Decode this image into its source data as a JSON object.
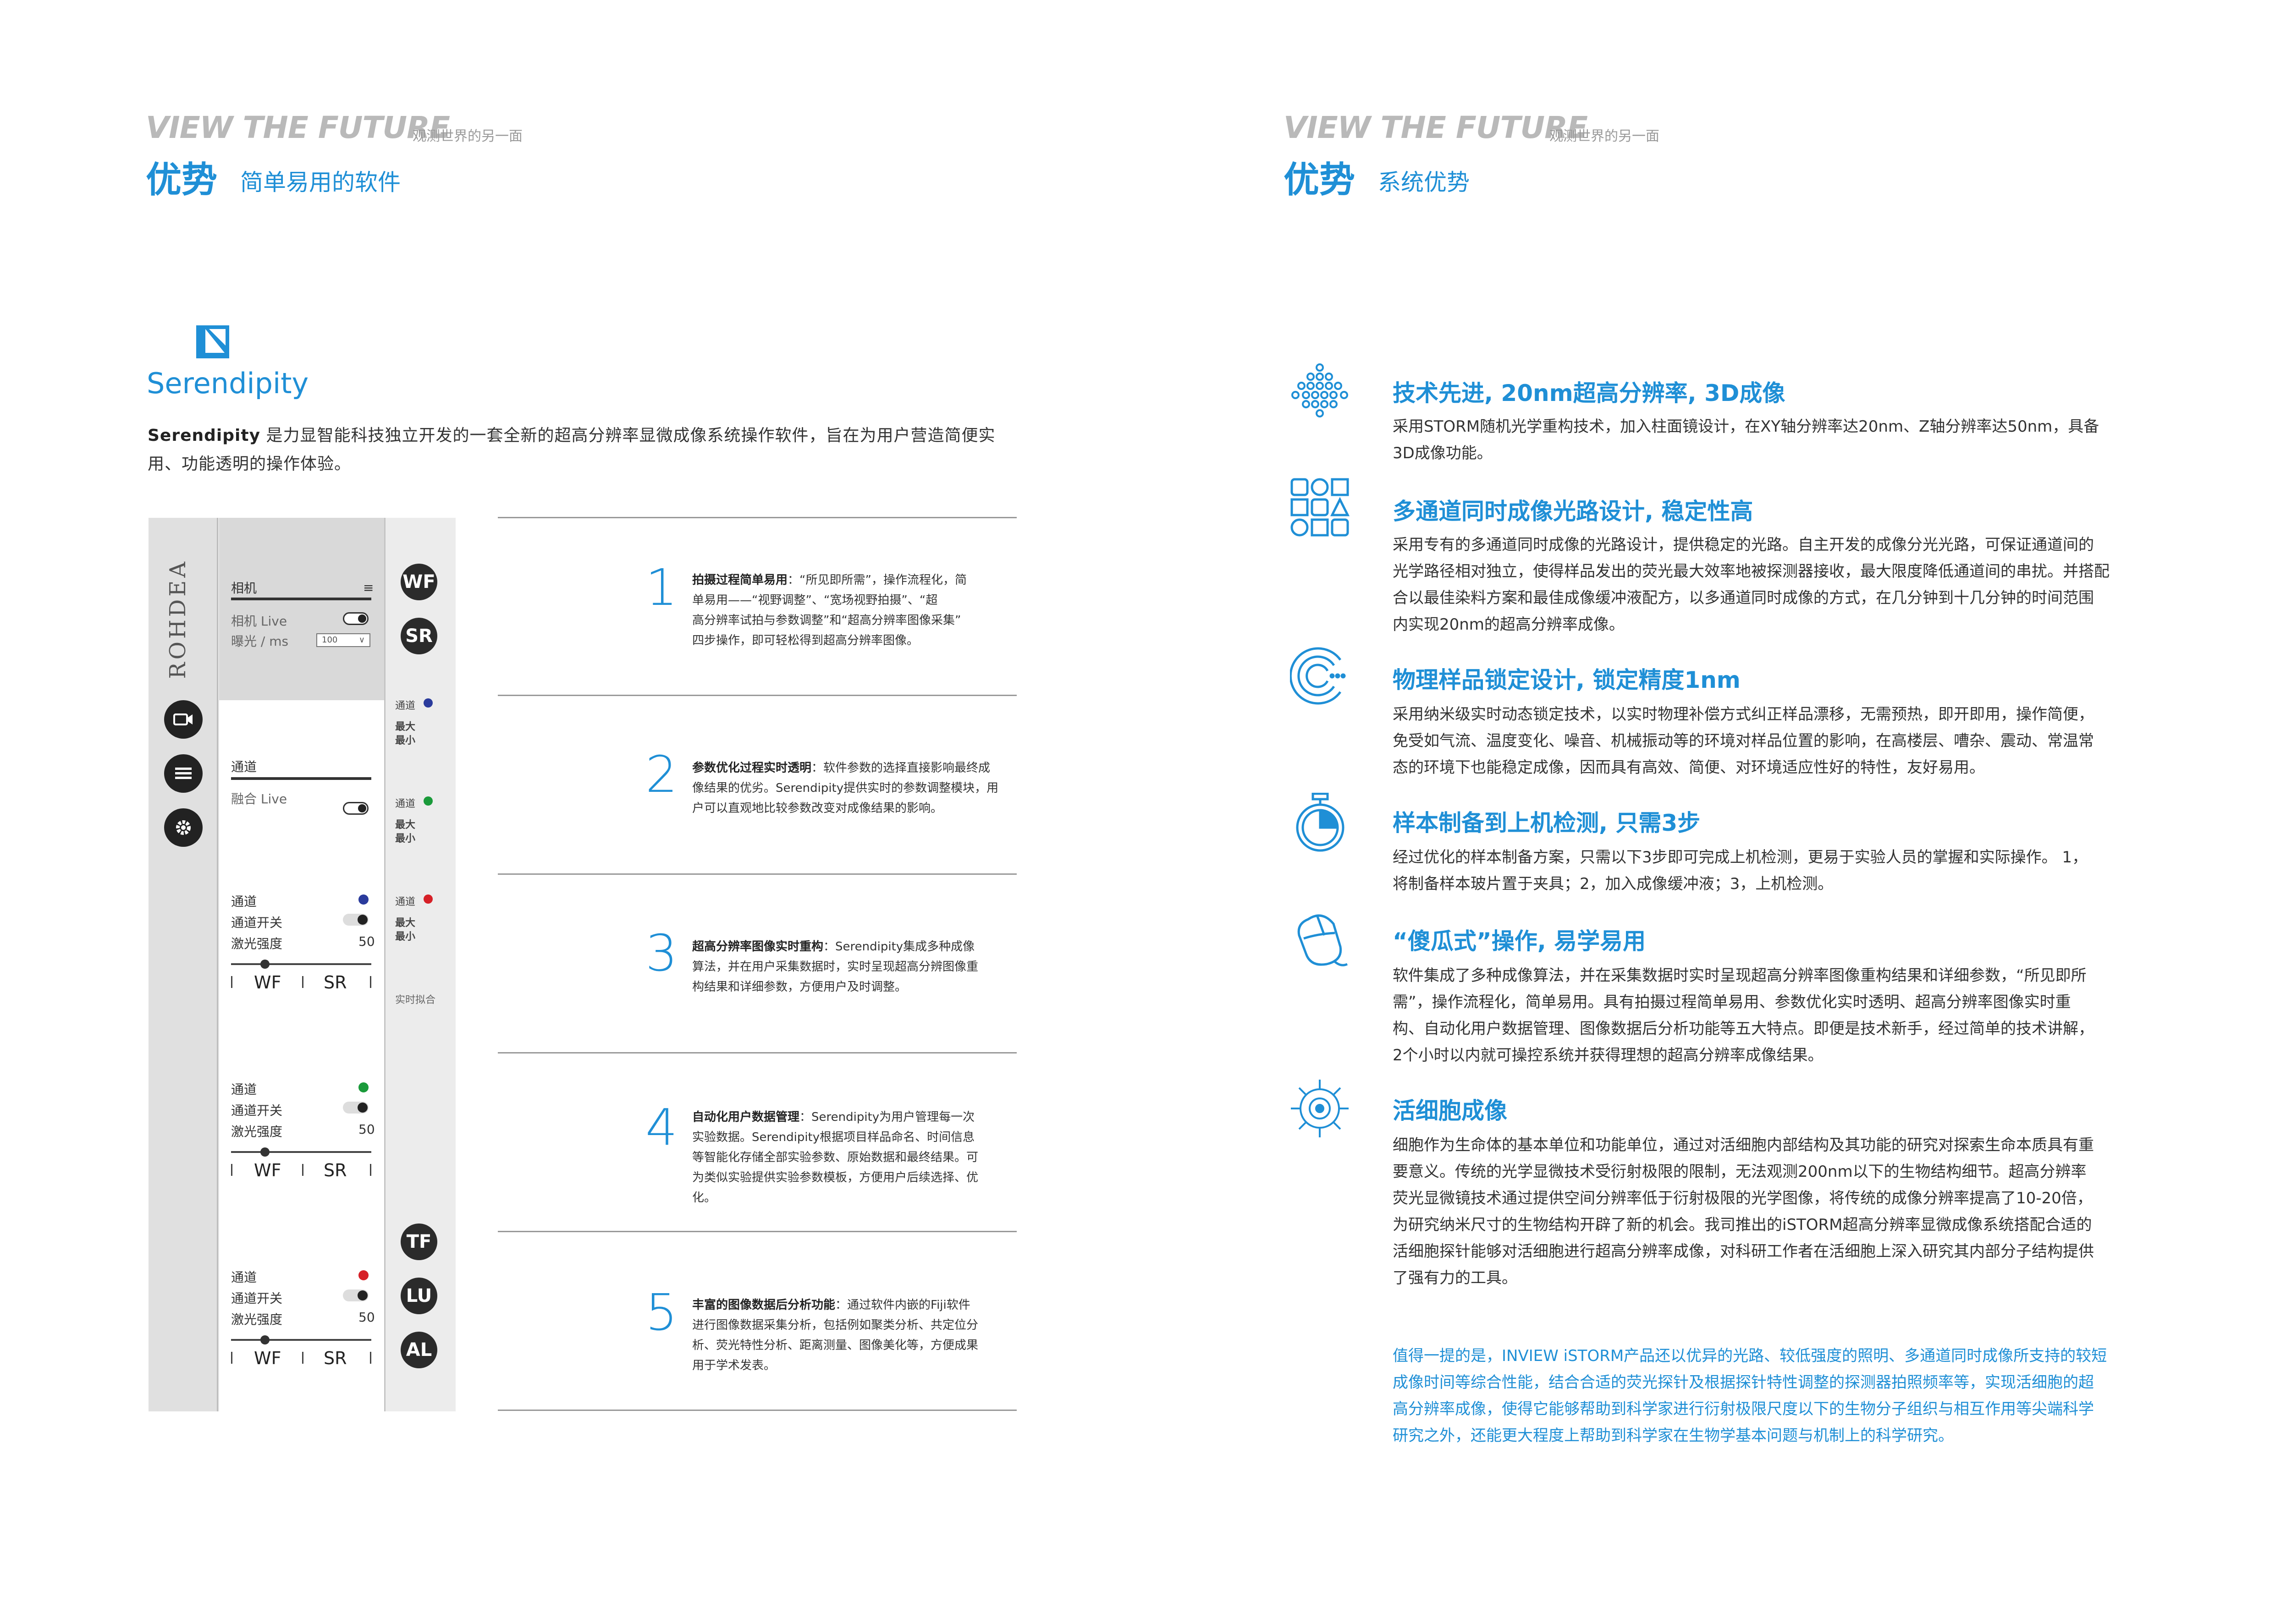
{
  "left": {
    "header_en": "VIEW THE FUTURE",
    "header_cn": "观测世界的另一面",
    "adv_label": "优势",
    "adv_sub": "简单易用的软件",
    "logo_text": "Serendipity",
    "intro_strong": "Serendipity",
    "intro_line1": " 是力显智能科技独立开发的一套全新的超高分辨率显微成像系统操作软件，旨在为用户营造简便实",
    "intro_line2": "用、功能透明的操作体验。",
    "panel": {
      "brand": "ROHDEA",
      "camera_title": "相机",
      "camera_live": "相机 Live",
      "exposure": "曝光 / ms",
      "exposure_value": "100",
      "channel_title": "通道",
      "merge_live": "融合 Live",
      "channels": [
        {
          "name": "通道",
          "switch": "通道开关",
          "power": "激光强度",
          "value": "50",
          "wf": "WF",
          "sr": "SR",
          "color": "#2a3b9c"
        },
        {
          "name": "通道",
          "switch": "通道开关",
          "power": "激光强度",
          "value": "50",
          "wf": "WF",
          "sr": "SR",
          "color": "#1a9a3a"
        },
        {
          "name": "通道",
          "switch": "通道开关",
          "power": "激光强度",
          "value": "50",
          "wf": "WF",
          "sr": "SR",
          "color": "#d62027"
        }
      ],
      "right_channels": [
        {
          "name": "通道",
          "max": "最大",
          "min": "最小",
          "color": "#2a3b9c"
        },
        {
          "name": "通道",
          "max": "最大",
          "min": "最小",
          "color": "#1a9a3a"
        },
        {
          "name": "通道",
          "max": "最大",
          "min": "最小",
          "color": "#d62027"
        }
      ],
      "realtime_fit": "实时拟合",
      "btn_wf": "WF",
      "btn_sr": "SR",
      "btn_tf": "TF",
      "btn_lu": "LU",
      "btn_al": "AL"
    },
    "steps": [
      {
        "num": "1",
        "title": "拍摄过程简单易用",
        "lines": [
          "：“所见即所需”，操作流程化，简",
          "单易用——“视野调整”、“宽场视野拍摄”、“超",
          "高分辨率试拍与参数调整”和“超高分辨率图像采集”",
          "四步操作，即可轻松得到超高分辨率图像。"
        ]
      },
      {
        "num": "2",
        "title": "参数优化过程实时透明",
        "lines": [
          "：软件参数的选择直接影响最终成",
          "像结果的优劣。Serendipity提供实时的参数调整模块，用",
          "户可以直观地比较参数改变对成像结果的影响。"
        ]
      },
      {
        "num": "3",
        "title": "超高分辨率图像实时重构",
        "lines": [
          "：Serendipity集成多种成像",
          "算法，并在用户采集数据时，实时呈现超高分辨图像重",
          "构结果和详细参数，方便用户及时调整。"
        ]
      },
      {
        "num": "4",
        "title": "自动化用户数据管理",
        "lines": [
          "：Serendipity为用户管理每一次",
          "实验数据。Serendipity根据项目样品命名、时间信息",
          "等智能化存储全部实验参数、原始数据和最终结果。可",
          "为类似实验提供实验参数模板，方便用户后续选择、优",
          "化。"
        ]
      },
      {
        "num": "5",
        "title": "丰富的图像数据后分析功能",
        "lines": [
          "：通过软件内嵌的Fiji软件",
          "进行图像数据采集分析，包括例如聚类分析、共定位分",
          "析、荧光特性分析、距离测量、图像美化等，方便成果",
          "用于学术发表。"
        ]
      }
    ]
  },
  "right": {
    "header_en": "VIEW THE FUTURE",
    "header_cn": "观测世界的另一面",
    "adv_label": "优势",
    "adv_sub": "系统优势",
    "features": [
      {
        "icon": "dot-grid-icon",
        "title": "技术先进, 20nm超高分辨率, 3D成像",
        "lines": [
          "采用STORM随机光学重构技术，加入柱面镜设计，在XY轴分辨率达20nm、Z轴分辨率达50nm，具备",
          "3D成像功能。"
        ]
      },
      {
        "icon": "multi-channel-icon",
        "title": "多通道同时成像光路设计, 稳定性高",
        "lines": [
          "采用专有的多通道同时成像的光路设计，提供稳定的光路。自主开发的成像分光光路，可保证通道间的",
          "光学路径相对独立，使得样品发出的荧光最大效率地被探测器接收，最大限度降低通道间的串扰。并搭配",
          "合以最佳染料方案和最佳成像缓冲液配方，以多通道同时成像的方式，在几分钟到十几分钟的时间范围",
          "内实现20nm的超高分辨率成像。"
        ]
      },
      {
        "icon": "lock-rings-icon",
        "title": "物理样品锁定设计, 锁定精度1nm",
        "lines": [
          "采用纳米级实时动态锁定技术，以实时物理补偿方式纠正样品漂移，无需预热，即开即用，操作简便，",
          "免受如气流、温度变化、噪音、机械振动等的环境对样品位置的影响，在高楼层、嘈杂、震动、常温常",
          "态的环境下也能稳定成像，因而具有高效、简便、对环境适应性好的特性，友好易用。"
        ]
      },
      {
        "icon": "stopwatch-icon",
        "title": "样本制备到上机检测, 只需3步",
        "lines": [
          "经过优化的样本制备方案，只需以下3步即可完成上机检测，更易于实验人员的掌握和实际操作。 1，",
          "将制备样本玻片置于夹具；2，加入成像缓冲液；3，上机检测。"
        ]
      },
      {
        "icon": "mouse-icon",
        "title": "“傻瓜式”操作, 易学易用",
        "lines": [
          "软件集成了多种成像算法，并在采集数据时实时呈现超高分辨率图像重构结果和详细参数，“所见即所",
          "需”，操作流程化，简单易用。具有拍摄过程简单易用、参数优化实时透明、超高分辨率图像实时重",
          "构、自动化用户数据管理、图像数据后分析功能等五大特点。即便是技术新手，经过简单的技术讲解，",
          "2个小时以内就可操控系统并获得理想的超高分辨率成像结果。"
        ]
      },
      {
        "icon": "cell-icon",
        "title": "活细胞成像",
        "lines": [
          "细胞作为生命体的基本单位和功能单位，通过对活细胞内部结构及其功能的研究对探索生命本质具有重",
          "要意义。传统的光学显微技术受衍射极限的限制，无法观测200nm以下的生物结构细节。超高分辨率",
          "荧光显微镜技术通过提供空间分辨率低于衍射极限的光学图像，将传统的成像分辨率提高了10-20倍，",
          "为研究纳米尺寸的生物结构开辟了新的机会。我司推出的iSTORM超高分辨率显微成像系统搭配合适的",
          "活细胞探针能够对活细胞进行超高分辨率成像，对科研工作者在活细胞上深入研究其内部分子结构提供",
          "了强有力的工具。"
        ]
      }
    ],
    "note_lines": [
      "值得一提的是，INVIEW iSTORM产品还以优异的光路、较低强度的照明、多通道同时成像所支持的较短",
      "成像时间等综合性能，结合合适的荧光探针及根据探针特性调整的探测器拍照频率等，实现活细胞的超",
      "高分辨率成像，使得它能够帮助到科学家进行衍射极限尺度以下的生物分子组织与相互作用等尖端科学",
      "研究之外，还能更大程度上帮助到科学家在生物学基本问题与机制上的科学研究。"
    ]
  }
}
